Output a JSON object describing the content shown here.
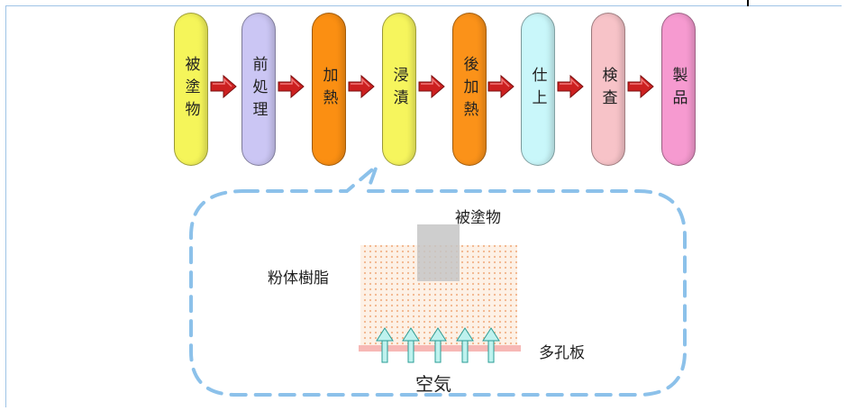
{
  "process_steps": [
    {
      "label": "被塗物",
      "color": "#f5f55a"
    },
    {
      "label": "前処理",
      "color": "#cbc6f4"
    },
    {
      "label": "加熱",
      "color": "#fb8f12"
    },
    {
      "label": "浸漬",
      "color": "#f6f55d"
    },
    {
      "label": "後加熱",
      "color": "#fb9219"
    },
    {
      "label": "仕上",
      "color": "#c9f7fa"
    },
    {
      "label": "検査",
      "color": "#f7c3c8"
    },
    {
      "label": "製品",
      "color": "#f69ad0"
    }
  ],
  "arrow_color": "#cc2020",
  "callout_border_color": "#8cc1ea",
  "detail": {
    "coated_object_label": "被塗物",
    "powder_resin_label": "粉体樹脂",
    "porous_plate_label": "多孔板",
    "air_label": "空気"
  }
}
